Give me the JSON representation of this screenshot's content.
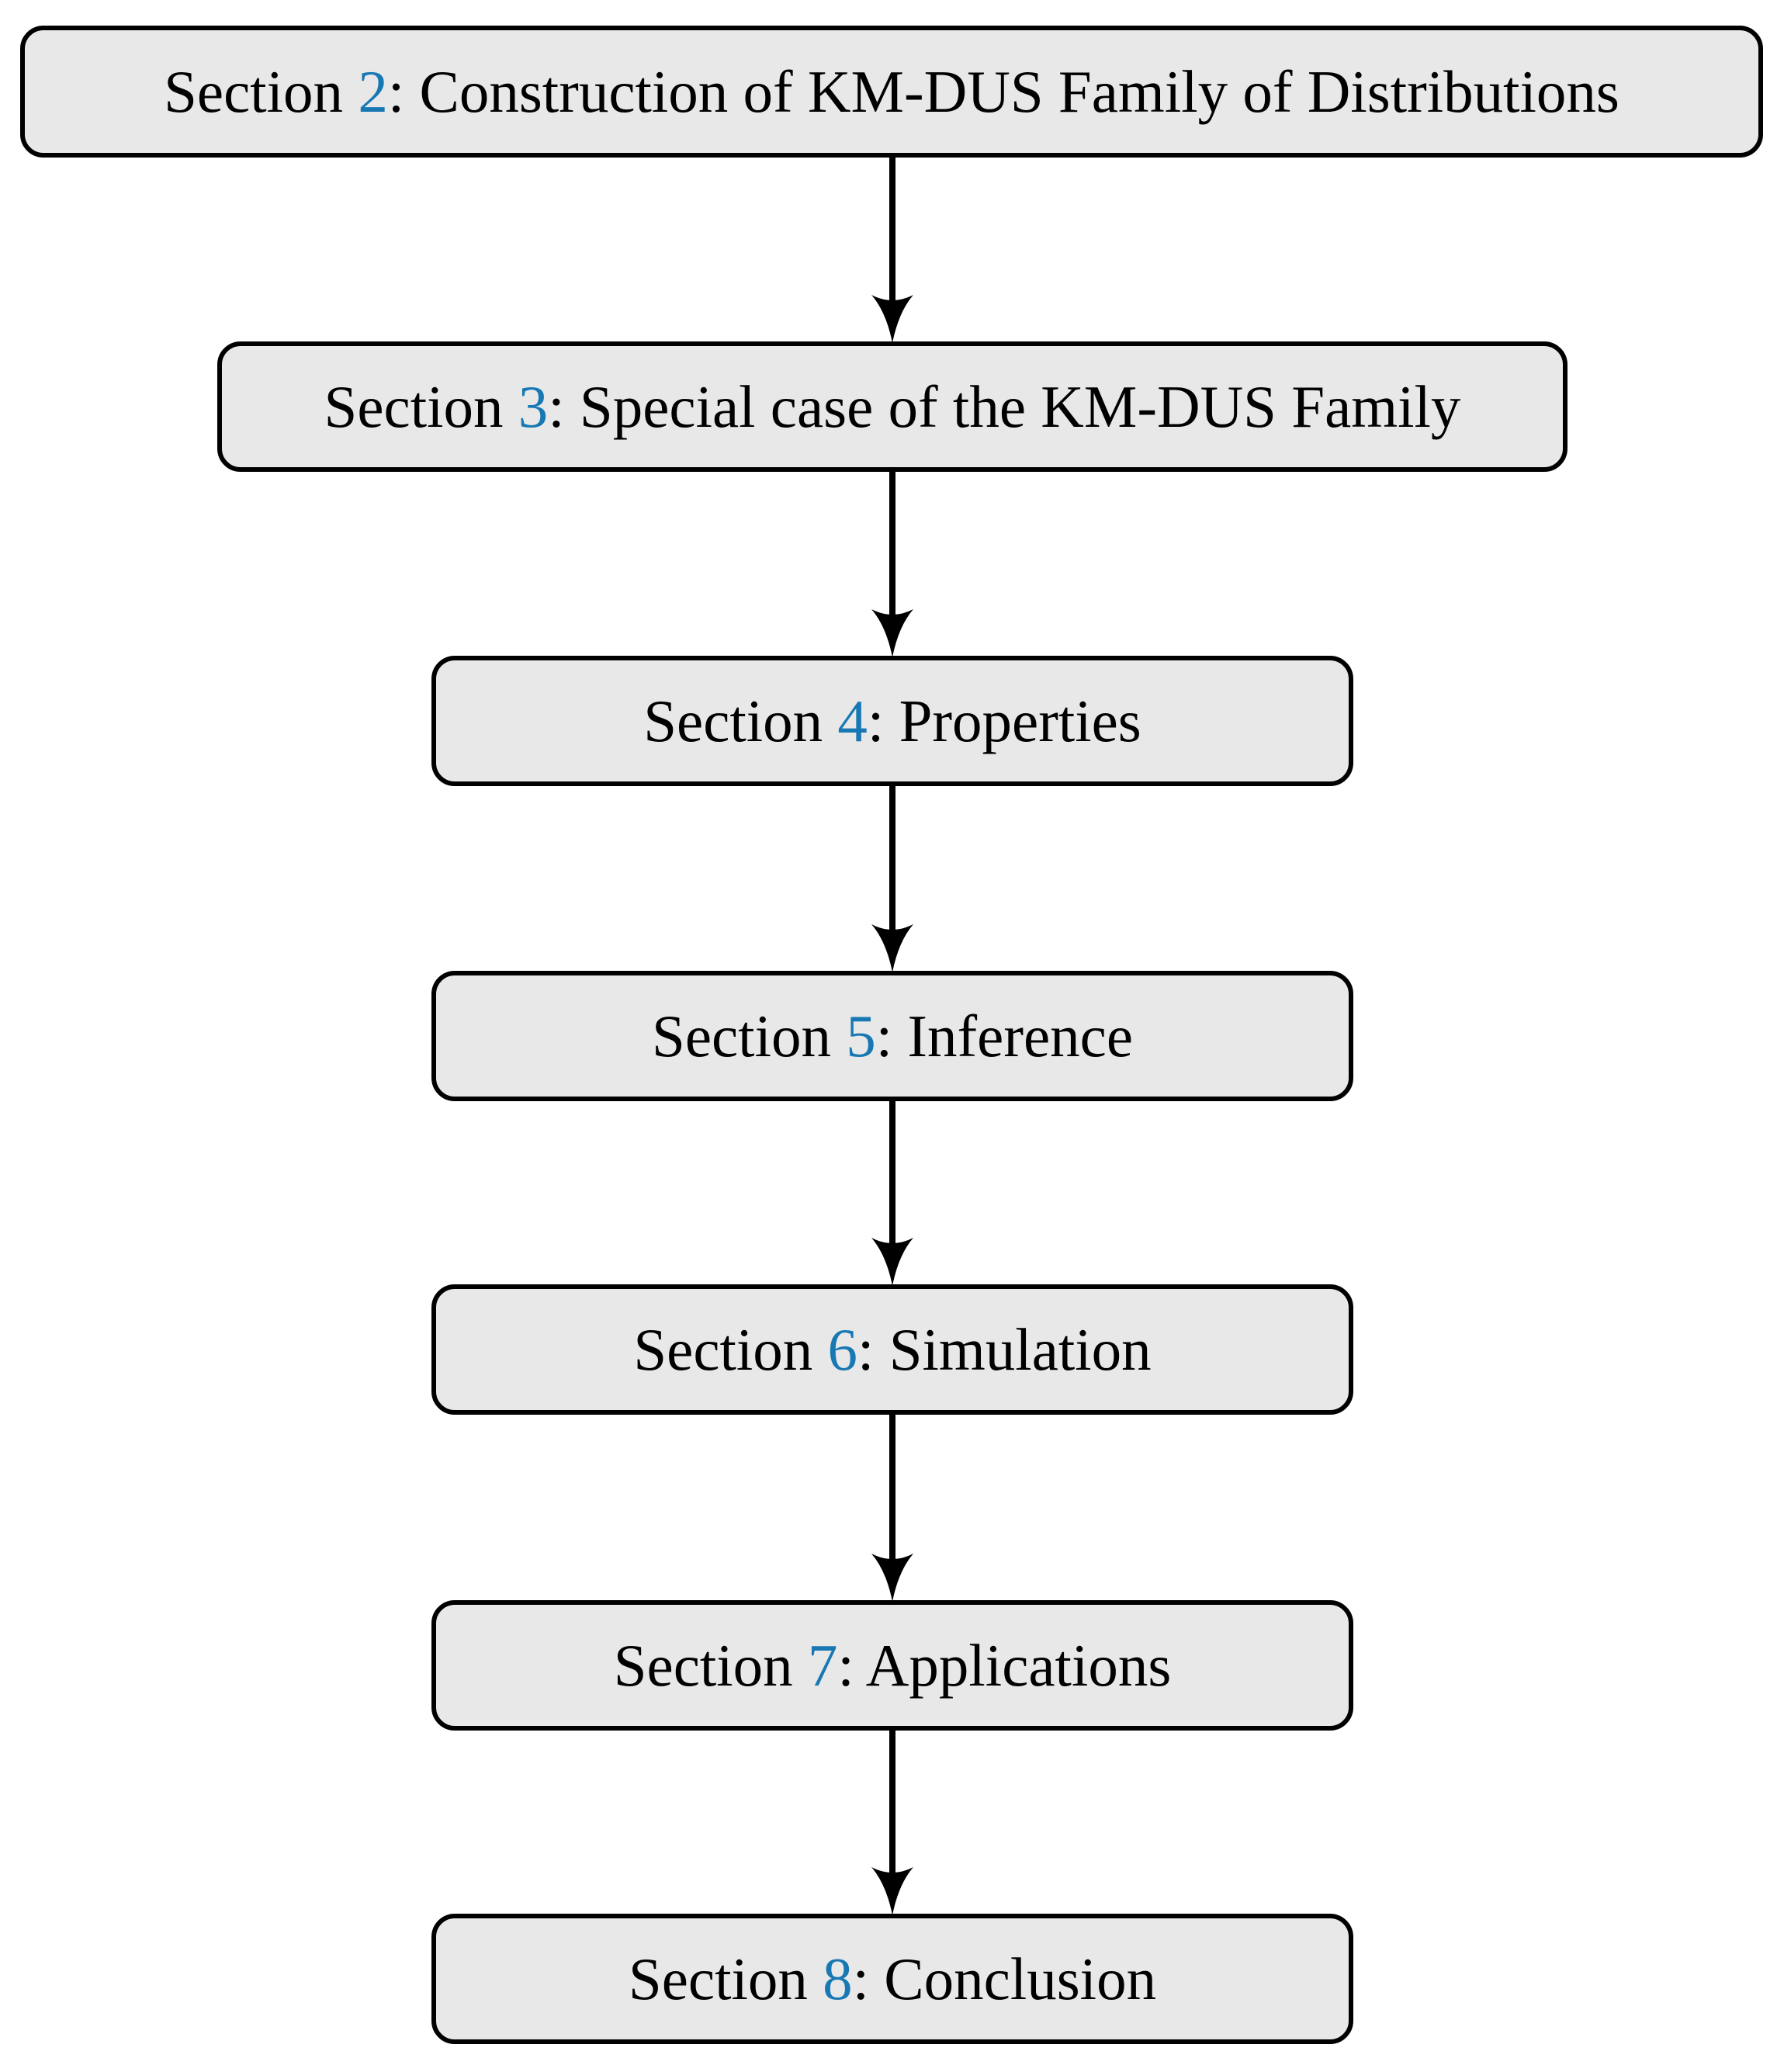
{
  "palette": {
    "box_fill": "#e8e8e8",
    "box_border": "#000000",
    "number_blue": "#1778b4",
    "arrow_black": "#000000",
    "background": "#ffffff"
  },
  "nodes": [
    {
      "prefix": "Section ",
      "number": "2",
      "suffix": ": Construction of KM-DUS Family of Distributions"
    },
    {
      "prefix": "Section ",
      "number": "3",
      "suffix": ": Special case of the KM-DUS Family"
    },
    {
      "prefix": "Section ",
      "number": "4",
      "suffix": ": Properties"
    },
    {
      "prefix": "Section ",
      "number": "5",
      "suffix": ": Inference"
    },
    {
      "prefix": "Section ",
      "number": "6",
      "suffix": ": Simulation"
    },
    {
      "prefix": "Section ",
      "number": "7",
      "suffix": ": Applications"
    },
    {
      "prefix": "Section ",
      "number": "8",
      "suffix": ": Conclusion"
    }
  ]
}
